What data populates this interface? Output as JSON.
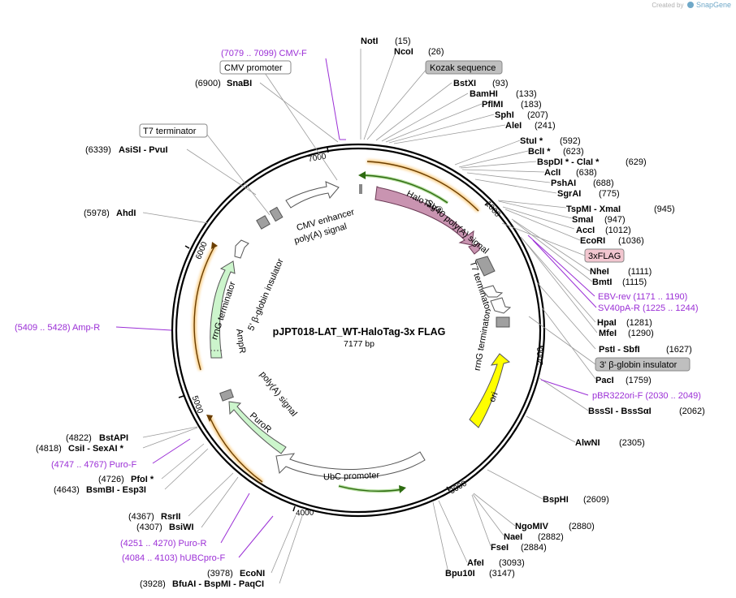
{
  "credit": {
    "created_by": "Created by",
    "brand": "SnapGene"
  },
  "plasmid": {
    "name": "pJPT018-LAT_WT-HaloTag-3x FLAG",
    "length": "7177 bp"
  },
  "ticks": [
    "1000",
    "2000",
    "3000",
    "4000",
    "5000",
    "6000",
    "7000"
  ],
  "enzymes_right": [
    {
      "name": "NotI",
      "pos": "(15)"
    },
    {
      "name": "NcoI",
      "pos": "(26)"
    },
    {
      "name": "BstXI",
      "pos": "(93)"
    },
    {
      "name": "BamHI",
      "pos": "(133)"
    },
    {
      "name": "PflMI",
      "pos": "(183)"
    },
    {
      "name": "SphI",
      "pos": "(207)"
    },
    {
      "name": "AleI",
      "pos": "(241)"
    },
    {
      "name": "StuI *",
      "pos": "(592)"
    },
    {
      "name": "BclI *",
      "pos": "(623)"
    },
    {
      "name": "BspDI * - ClaI *",
      "pos": "(629)"
    },
    {
      "name": "AclI",
      "pos": "(638)"
    },
    {
      "name": "PshAI",
      "pos": "(688)"
    },
    {
      "name": "SgrAI",
      "pos": "(775)"
    },
    {
      "name": "TspMI - XmaI",
      "pos": "(945)"
    },
    {
      "name": "SmaI",
      "pos": "(947)"
    },
    {
      "name": "AccI",
      "pos": "(1012)"
    },
    {
      "name": "EcoRI",
      "pos": "(1036)"
    },
    {
      "name": "NheI",
      "pos": "(1111)"
    },
    {
      "name": "BmtI",
      "pos": "(1115)"
    },
    {
      "name": "HpaI",
      "pos": "(1281)"
    },
    {
      "name": "MfeI",
      "pos": "(1290)"
    },
    {
      "name": "PstI - SbfI",
      "pos": "(1627)"
    },
    {
      "name": "PacI",
      "pos": "(1759)"
    },
    {
      "name": "BssSI - BssSαI",
      "pos": "(2062)"
    },
    {
      "name": "AlwNI",
      "pos": "(2305)"
    },
    {
      "name": "BspHI",
      "pos": "(2609)"
    },
    {
      "name": "NgoMIV",
      "pos": "(2880)"
    },
    {
      "name": "NaeI",
      "pos": "(2882)"
    },
    {
      "name": "FseI",
      "pos": "(2884)"
    },
    {
      "name": "AfeI",
      "pos": "(3093)"
    },
    {
      "name": "Bpu10I",
      "pos": "(3147)"
    }
  ],
  "enzymes_left": [
    {
      "name": "SnaBI",
      "pos": "(6900)"
    },
    {
      "name": "AsiSI - PvuI",
      "pos": "(6339)"
    },
    {
      "name": "AhdI",
      "pos": "(5978)"
    },
    {
      "name": "BstAPI",
      "pos": "(4822)"
    },
    {
      "name": "CsiI - SexAI *",
      "pos": "(4818)"
    },
    {
      "name": "PfoI *",
      "pos": "(4726)"
    },
    {
      "name": "BsmBI - Esp3I",
      "pos": "(4643)"
    },
    {
      "name": "RsrII",
      "pos": "(4367)"
    },
    {
      "name": "BsiWI",
      "pos": "(4307)"
    },
    {
      "name": "EcoNI",
      "pos": "(3978)"
    },
    {
      "name": "BfuAI - BspMI - PaqCI",
      "pos": "(3928)"
    }
  ],
  "primers": [
    {
      "label": "(7079 .. 7099)  CMV-F"
    },
    {
      "label": "EBV-rev    (1171 .. 1190)"
    },
    {
      "label": "SV40pA-R    (1225 .. 1244)"
    },
    {
      "label": "(5409 .. 5428)  Amp-R"
    },
    {
      "label": "pBR322ori-F    (2030 .. 2049)"
    },
    {
      "label": "(4747 .. 4767)  Puro-F"
    },
    {
      "label": "(4251 .. 4270)  Puro-R"
    },
    {
      "label": "(4084 .. 4103)  hUBCpro-F"
    }
  ],
  "callouts": [
    {
      "label": "CMV promoter"
    },
    {
      "label": "T7 terminator"
    },
    {
      "label": "Kozak sequence"
    },
    {
      "label": "3xFLAG"
    },
    {
      "label": "3' β-globin insulator"
    }
  ],
  "features": {
    "halotag": "HaloTag®",
    "sv40_polya": "SV40 poly(A) signal",
    "t7_term": "T7 terminator",
    "rrng_right": "rrnG terminator",
    "ori": "ori",
    "ubc": "UbC promoter",
    "puror": "PuroR",
    "polya": "poly(A) signal",
    "ampr": "AmpR",
    "rrng_left": "rrnG terminator",
    "globin5": "5' β-globin insulator",
    "cmv_enh": "CMV enhancer",
    "polya2": "poly(A) signal"
  },
  "colors": {
    "halotag": "#c994b1",
    "ori": "#ffff00",
    "green": "#ccf5cc",
    "primer": "#9b2fd6",
    "orf": "#f5a623",
    "kozak": "#bfbfbf",
    "flag": "#f2c6cf"
  }
}
